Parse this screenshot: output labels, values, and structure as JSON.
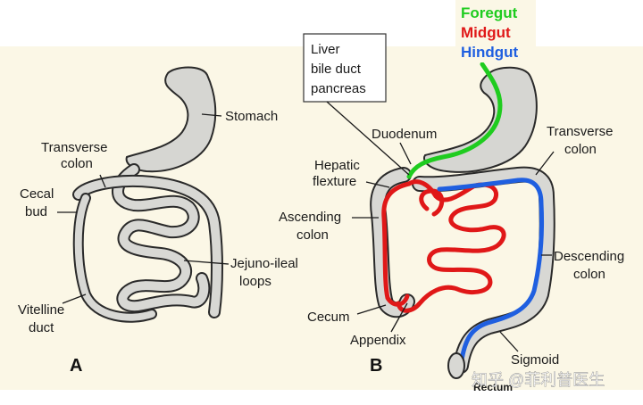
{
  "colors": {
    "background": "#ffffff",
    "panel": "#fbf7e6",
    "foregut": "#1fcc1f",
    "midgut": "#e01818",
    "hindgut": "#1f5fe0",
    "tube_fill": "#d8d8d4"
  },
  "panel_a": {
    "letter": "A",
    "labels": {
      "stomach": "Stomach",
      "transverse_colon_1": "Transverse",
      "transverse_colon_2": "colon",
      "cecal_bud_1": "Cecal",
      "cecal_bud_2": "bud",
      "jejuno_ileal_1": "Jejuno-ileal",
      "jejuno_ileal_2": "loops",
      "vitelline_1": "Vitelline",
      "vitelline_2": "duct"
    }
  },
  "panel_b": {
    "letter": "B",
    "callout": [
      "Liver",
      "bile duct",
      "pancreas"
    ],
    "labels": {
      "duodenum": "Duodenum",
      "transverse_colon_1": "Transverse",
      "transverse_colon_2": "colon",
      "hepatic_1": "Hepatic",
      "hepatic_2": "flexture",
      "ascending_1": "Ascending",
      "ascending_2": "colon",
      "descending_1": "Descending",
      "descending_2": "colon",
      "cecum": "Cecum",
      "appendix": "Appendix",
      "sigmoid": "Sigmoid",
      "rectum": "Rectum"
    },
    "legend": {
      "foregut": "Foregut",
      "midgut": "Midgut",
      "hindgut": "Hindgut"
    }
  },
  "watermark": "知乎 @菲利普医生"
}
